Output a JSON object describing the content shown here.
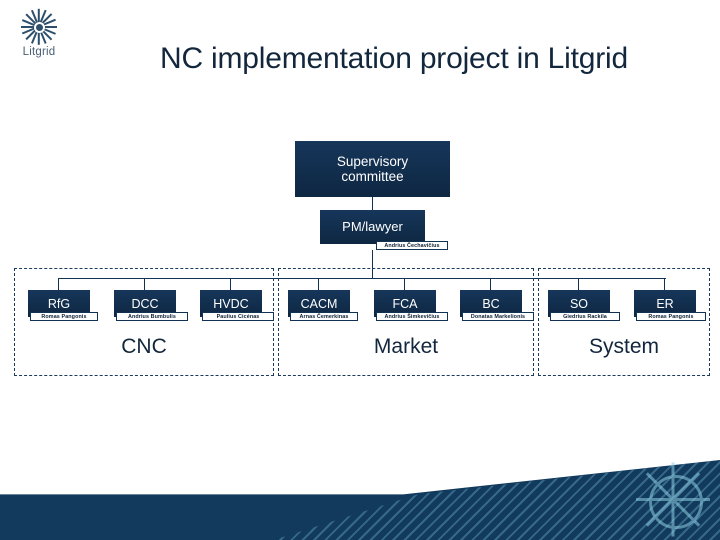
{
  "brand": {
    "logo_icon": "starburst-icon",
    "wordmark": "Litgrid"
  },
  "page_title": "NC implementation project in Litgrid",
  "org_chart": {
    "top": {
      "label": "Supervisory\ncommittee",
      "label_line1": "Supervisory",
      "label_line2": "committee"
    },
    "pm": {
      "label": "PM/lawyer",
      "owner": "Andrius Čechavičius"
    },
    "groups": [
      {
        "id": "cnc",
        "label": "CNC",
        "boxes": [
          {
            "code": "RfG",
            "owner": "Romas Pangonis"
          },
          {
            "code": "DCC",
            "owner": "Andrius Bumbulis"
          },
          {
            "code": "HVDC",
            "owner": "Paulius Cicėnas"
          }
        ]
      },
      {
        "id": "market",
        "label": "Market",
        "boxes": [
          {
            "code": "CACM",
            "owner": "Arnas Čemerkinas"
          },
          {
            "code": "FCA",
            "owner": "Andrius Šimkevičius"
          },
          {
            "code": "BC",
            "owner": "Donatas Markelionis"
          }
        ]
      },
      {
        "id": "system",
        "label": "System",
        "boxes": [
          {
            "code": "SO",
            "owner": "Giedrius Rackila"
          },
          {
            "code": "ER",
            "owner": "Romas Pangonis"
          }
        ]
      }
    ]
  },
  "colors": {
    "navy": "#123253",
    "title": "#12263c",
    "band": "#123a5c",
    "stripe": "#78bedc",
    "logo": "#2d4f6b"
  }
}
